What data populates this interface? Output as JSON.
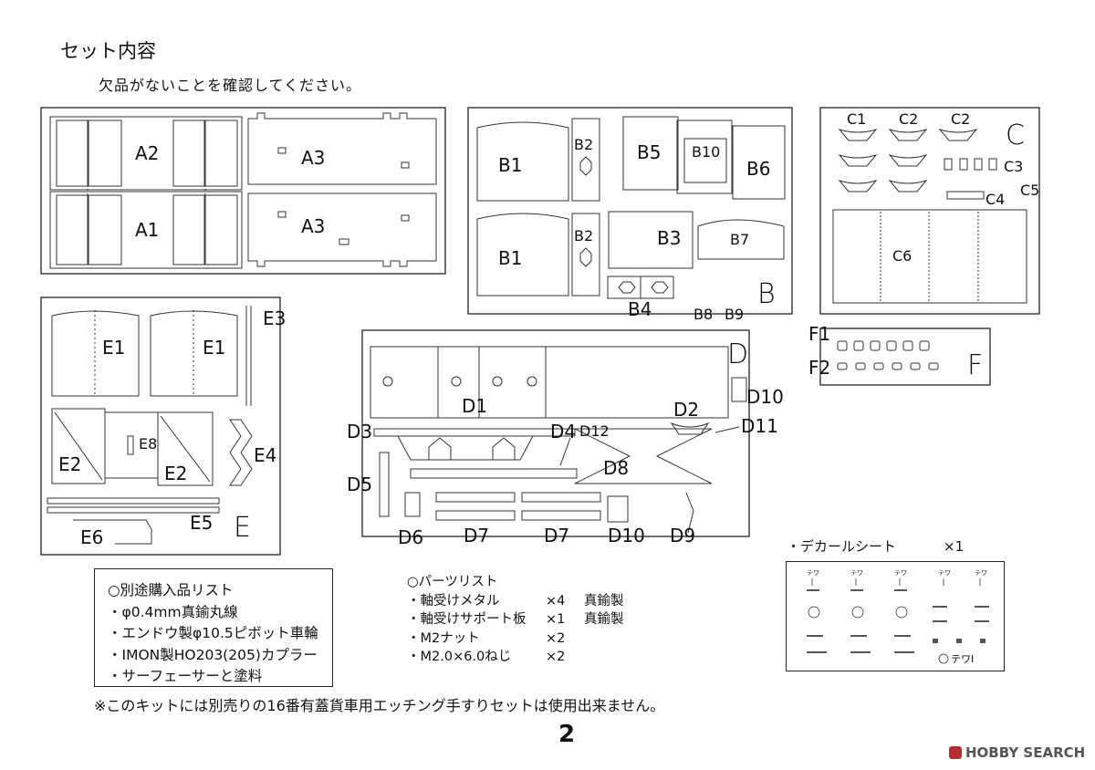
{
  "header": {
    "title": "セット内容",
    "subtitle": "欠品がないことを確認してください。"
  },
  "sheets": {
    "A": {
      "labels": [
        "A2",
        "A1",
        "A3",
        "A3"
      ]
    },
    "B": {
      "labels": [
        "B1",
        "B1",
        "B2",
        "B2",
        "B5",
        "B10",
        "B6",
        "B3",
        "B7",
        "B4",
        "B8",
        "B9"
      ],
      "letter": "B"
    },
    "C": {
      "labels": [
        "C1",
        "C2",
        "C2",
        "C3",
        "C4",
        "C5",
        "C6"
      ],
      "letter": "C"
    },
    "D": {
      "labels": [
        "D1",
        "D2",
        "D3",
        "D4",
        "D12",
        "D5",
        "D8",
        "D6",
        "D7",
        "D7",
        "D10",
        "D10",
        "D9",
        "D11"
      ],
      "letter": "D"
    },
    "E": {
      "labels": [
        "E3",
        "E1",
        "E1",
        "E8",
        "E4",
        "E2",
        "E2",
        "E5",
        "E6"
      ],
      "letter": "E"
    },
    "F": {
      "labels": [
        "F1",
        "F2"
      ],
      "letter": "F"
    }
  },
  "purchase_list": {
    "title": "○別途購入品リスト",
    "items": [
      "・φ0.4mm真鍮丸線",
      "・エンドウ製φ10.5ピボット車輪",
      "・IMON製HO203(205)カプラー",
      "・サーフェーサーと塗料"
    ]
  },
  "parts_list": {
    "title": "○パーツリスト",
    "items": [
      {
        "name": "・軸受けメタル",
        "qty": "×4",
        "material": "真鍮製"
      },
      {
        "name": "・軸受けサポート板",
        "qty": "×1",
        "material": "真鍮製"
      },
      {
        "name": "・M2ナット",
        "qty": "×2",
        "material": ""
      },
      {
        "name": "・M2.0×6.0ねじ",
        "qty": "×2",
        "material": ""
      }
    ]
  },
  "decal": {
    "label": "・デカールシート",
    "qty": "×1",
    "marks": [
      "テワ",
      "テワ",
      "テワ",
      "テワ",
      "テワ",
      "テワⅠ"
    ]
  },
  "footnote": "※このキットには別売りの16番有蓋貨車用エッチング手すりセットは使用出来ません。",
  "page_number": "2",
  "watermark": "HOBBY SEARCH",
  "colors": {
    "ink": "#111111",
    "watermark_red": "#b03030"
  }
}
